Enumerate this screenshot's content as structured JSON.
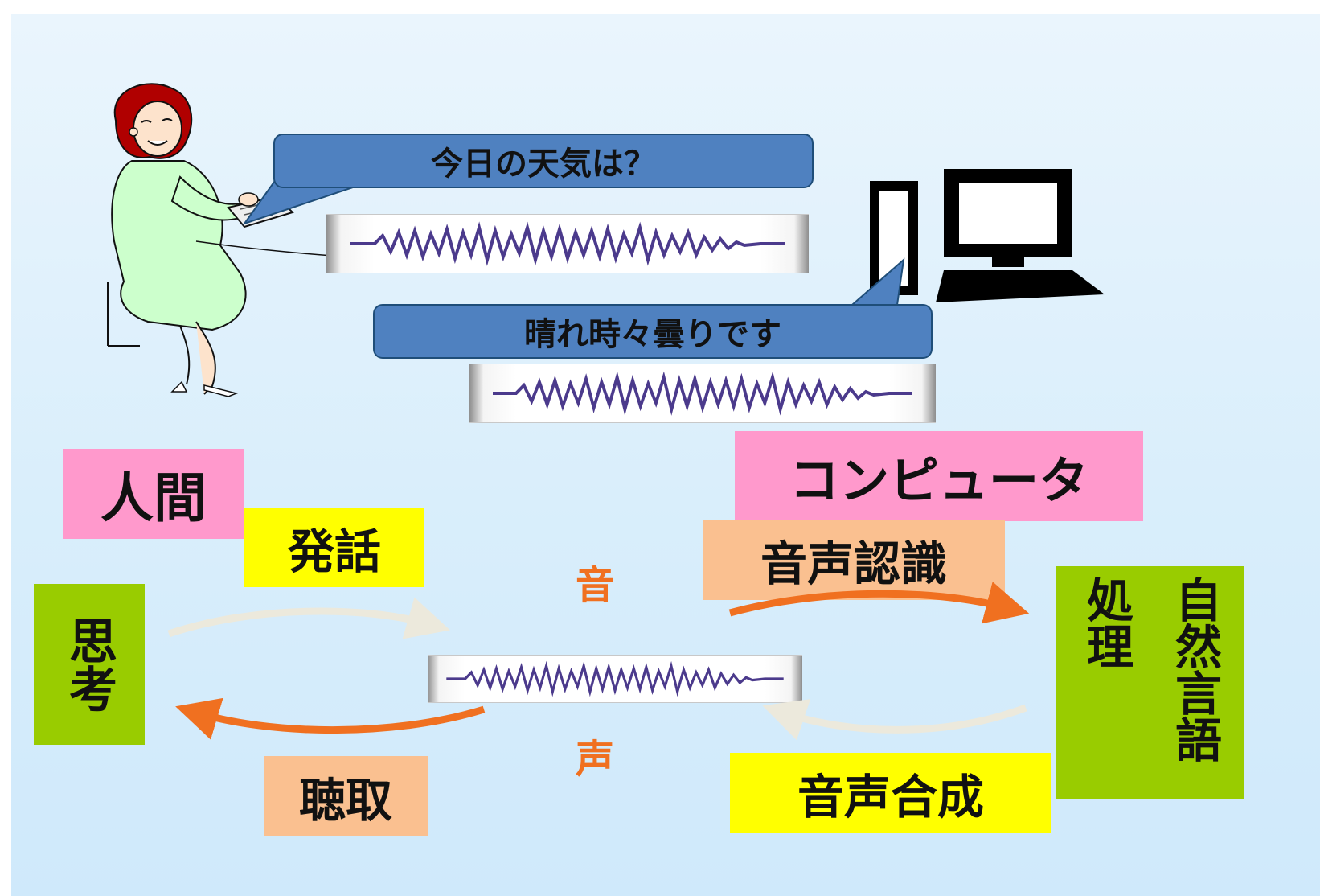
{
  "bubbles": {
    "human_question": "今日の天気は？",
    "computer_answer": "晴れ時々曇りです"
  },
  "labels": {
    "human": "人間",
    "computer": "コンピュータ",
    "utterance": "発話",
    "listening": "聴取",
    "thinking": "思考",
    "speech_recognition": "音声認識",
    "speech_synthesis": "音声合成",
    "nlp_col1": "自然言語",
    "nlp_col2": "処理",
    "sound_char_1": "音",
    "sound_char_2": "声"
  },
  "icons": {
    "person": "woman-speaking-on-phone",
    "computer": "desktop-computer",
    "waveform": "audio-waveform"
  },
  "colors": {
    "bubble": "#4f81c0",
    "arrow_active": "#f07020",
    "arrow_faded": "#ece9dc",
    "pink": "#ff99cc",
    "yellow": "#ffff00",
    "peach": "#fac090",
    "green": "#99cc00"
  }
}
